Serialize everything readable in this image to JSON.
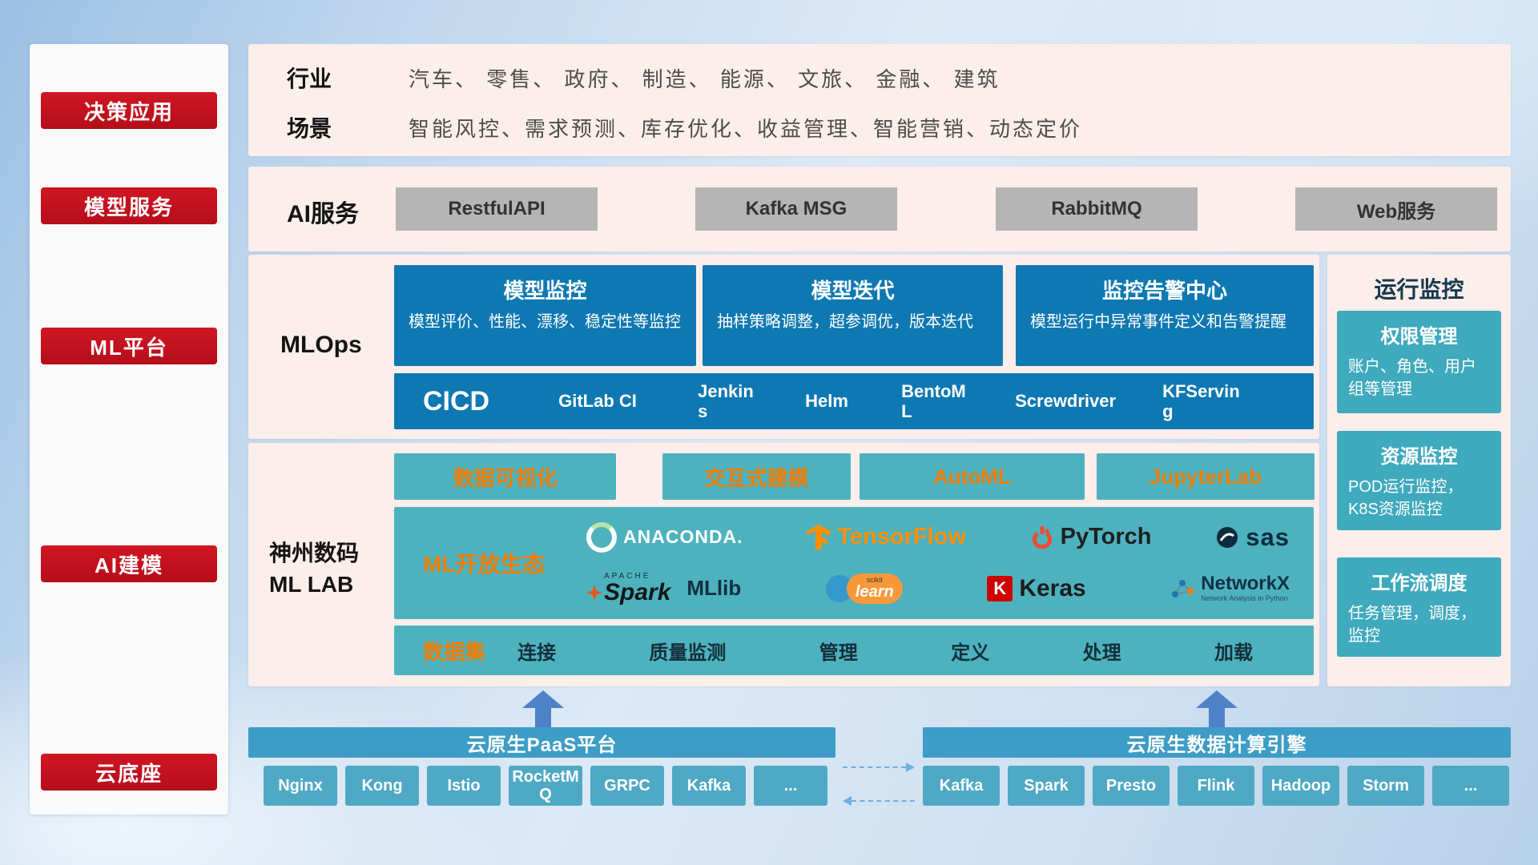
{
  "colors": {
    "accent_red": "#c5101d",
    "panel_pink": "#fceeeb",
    "card_blue": "#0e78b2",
    "teal": "#4db2be",
    "orange_accent": "#f07d00",
    "bar_blue": "#3d9dc6",
    "gray_button": "#b5b5b5"
  },
  "sidebar": {
    "items": [
      {
        "label": "决策应用"
      },
      {
        "label": "模型服务"
      },
      {
        "label": "ML平台"
      },
      {
        "label": "AI建模"
      },
      {
        "label": "云底座"
      }
    ]
  },
  "industry": {
    "row1_label": "行业",
    "row1_value": "汽车、 零售、 政府、 制造、 能源、 文旅、 金融、 建筑",
    "row2_label": "场景",
    "row2_value": "智能风控、需求预测、库存优化、收益管理、智能营销、动态定价"
  },
  "ai_service": {
    "label": "AI服务",
    "items": [
      "RestfulAPI",
      "Kafka MSG",
      "RabbitMQ",
      "Web服务"
    ]
  },
  "mlops": {
    "label": "MLOps",
    "cards": [
      {
        "title": "模型监控",
        "desc": "模型评价、性能、漂移、稳定性等监控"
      },
      {
        "title": "模型迭代",
        "desc": "抽样策略调整，超参调优，版本迭代"
      },
      {
        "title": "监控告警中心",
        "desc": "模型运行中异常事件定义和告警提醒"
      }
    ],
    "cicd_label": "CICD",
    "cicd_items": [
      "GitLab CI",
      "Jenkins",
      "Helm",
      "BentoML",
      "Screwdriver",
      "KFServing"
    ]
  },
  "monitoring": {
    "title": "运行监控",
    "cards": [
      {
        "title": "权限管理",
        "desc": "账户、角色、用户组等管理"
      },
      {
        "title": "资源监控",
        "desc": "POD运行监控，K8S资源监控"
      },
      {
        "title": "工作流调度",
        "desc": "任务管理，调度，监控"
      }
    ]
  },
  "mllab": {
    "label_line1": "神州数码",
    "label_line2": "ML LAB",
    "tools": [
      "数据可视化",
      "交互式建模",
      "AutoML",
      "JupyterLab"
    ],
    "ecosystem_title": "ML开放生态",
    "logos": {
      "anaconda": "ANACONDA.",
      "tensorflow": "TensorFlow",
      "pytorch": "PyTorch",
      "sas": "sas",
      "apache": "APACHE",
      "spark": "Spark",
      "mllib": "MLlib",
      "scikit": "scikit",
      "learn": "learn",
      "keras_k": "K",
      "keras": "Keras",
      "networkx": "NetworkX",
      "networkx_sub": "Network Analysis in Python"
    },
    "dataset_label": "数据集",
    "dataset_items": [
      "连接",
      "质量监测",
      "管理",
      "定义",
      "处理",
      "加载"
    ]
  },
  "foundation": {
    "paas": {
      "title": "云原生PaaS平台",
      "items": [
        "Nginx",
        "Kong",
        "Istio",
        "RocketMQ",
        "GRPC",
        "Kafka",
        "..."
      ]
    },
    "engine": {
      "title": "云原生数据计算引擎",
      "items": [
        "Kafka",
        "Spark",
        "Presto",
        "Flink",
        "Hadoop",
        "Storm",
        "..."
      ]
    }
  }
}
